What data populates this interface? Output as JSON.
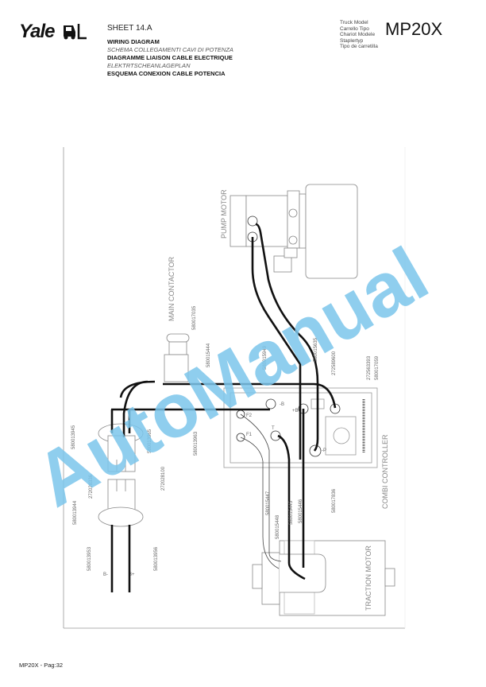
{
  "header": {
    "logo": "Yale",
    "sheet": "SHEET  14.A",
    "titles": [
      "WIRING DIAGRAM",
      "SCHEMA COLLEGAMENTI CAVI DI POTENZA",
      "DIAGRAMME LIAISON CABLE ELECTRIQUE",
      "ELEKTRTSCHEANLAGEPLAN",
      "ESQUEMA CONEXION CABLE POTENCIA"
    ],
    "model_labels": [
      "Truck Model",
      "Carrello Tipo",
      "Chariot Modele",
      "Staplertyp",
      "Tipo de carretilla"
    ],
    "model": "MP20X"
  },
  "diagram": {
    "components": {
      "pump_motor": "PUMP MOTOR",
      "main_contactor": "MAIN CONTACTOR",
      "combi_controller": "COMBI CONTROLLER",
      "traction_motor": "TRACTION MOTOR"
    },
    "terminals": {
      "b_minus": "-B",
      "b_plus": "+B",
      "p_minus": "-P",
      "f1": "F1",
      "f2": "F2",
      "t": "T",
      "batt_minus": "B-",
      "batt_plus": "B+"
    },
    "part_numbers": {
      "p1": "580017035",
      "p2": "580015444",
      "p3": "580015949",
      "p4": "580015635",
      "p5": "272589600",
      "p6": "272563393",
      "p7": "580017059",
      "p8": "580013963",
      "p9": "580013945",
      "p10": "580013965",
      "p11": "272028100",
      "p12": "272028336",
      "p13": "580013944",
      "p14": "580013953",
      "p15": "580013956",
      "p16": "580015447",
      "p17": "580015448",
      "p18": "580015445",
      "p19": "580015446",
      "p20": "580017836"
    }
  },
  "watermark": "AutoManual",
  "footer": "MP20X  - Pag:32",
  "colors": {
    "watermark": "#7cc6ec",
    "wire": "#111111",
    "line": "#999999"
  }
}
